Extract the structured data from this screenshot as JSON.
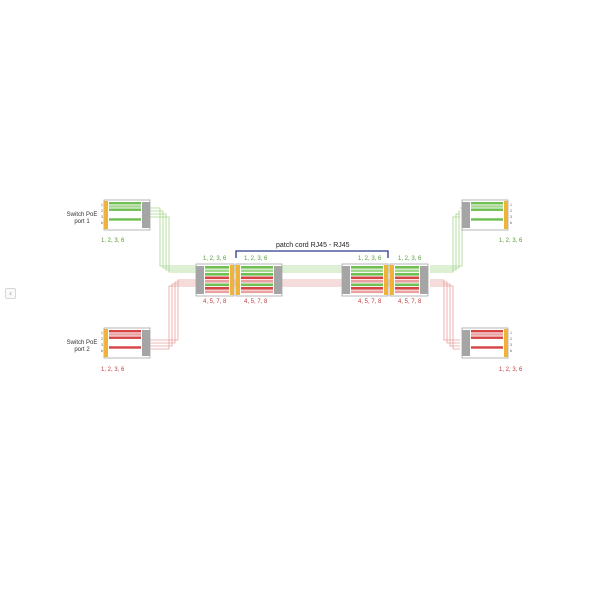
{
  "nav": {
    "prev_icon": "‹"
  },
  "diagram": {
    "patch_cord_label": "patch cord RJ45 - RJ45",
    "switch_port_1": {
      "line1": "Switch PoE",
      "line2": "port 1"
    },
    "switch_port_2": {
      "line1": "Switch PoE",
      "line2": "port 2"
    },
    "pins_green": "1, 2, 3, 6",
    "pins_red_top": "1, 2, 3, 6",
    "pins_red_bottom": "4, 5, 7, 8",
    "pin_marks": [
      "1",
      "2",
      "3",
      "6"
    ]
  },
  "colors": {
    "green": "#6fbf52",
    "green_wire": "#a6d68f",
    "red": "#d64545",
    "red_wire": "#e8a0a0",
    "orange": "#f0b33a",
    "gray": "#a5a5a5",
    "cord_bracket": "#2a3a8c",
    "label_green": "#4f9e34",
    "label_red": "#c23b3b"
  }
}
